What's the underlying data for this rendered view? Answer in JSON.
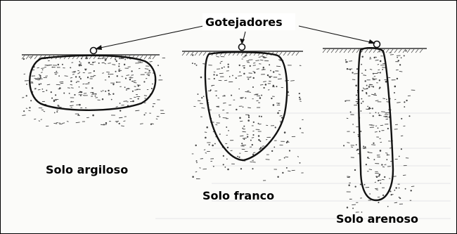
{
  "diagram": {
    "drippers_label": "Gotejadores",
    "soils": [
      {
        "label": "Solo argiloso"
      },
      {
        "label": "Solo franco"
      },
      {
        "label": "Solo arenoso"
      }
    ]
  }
}
